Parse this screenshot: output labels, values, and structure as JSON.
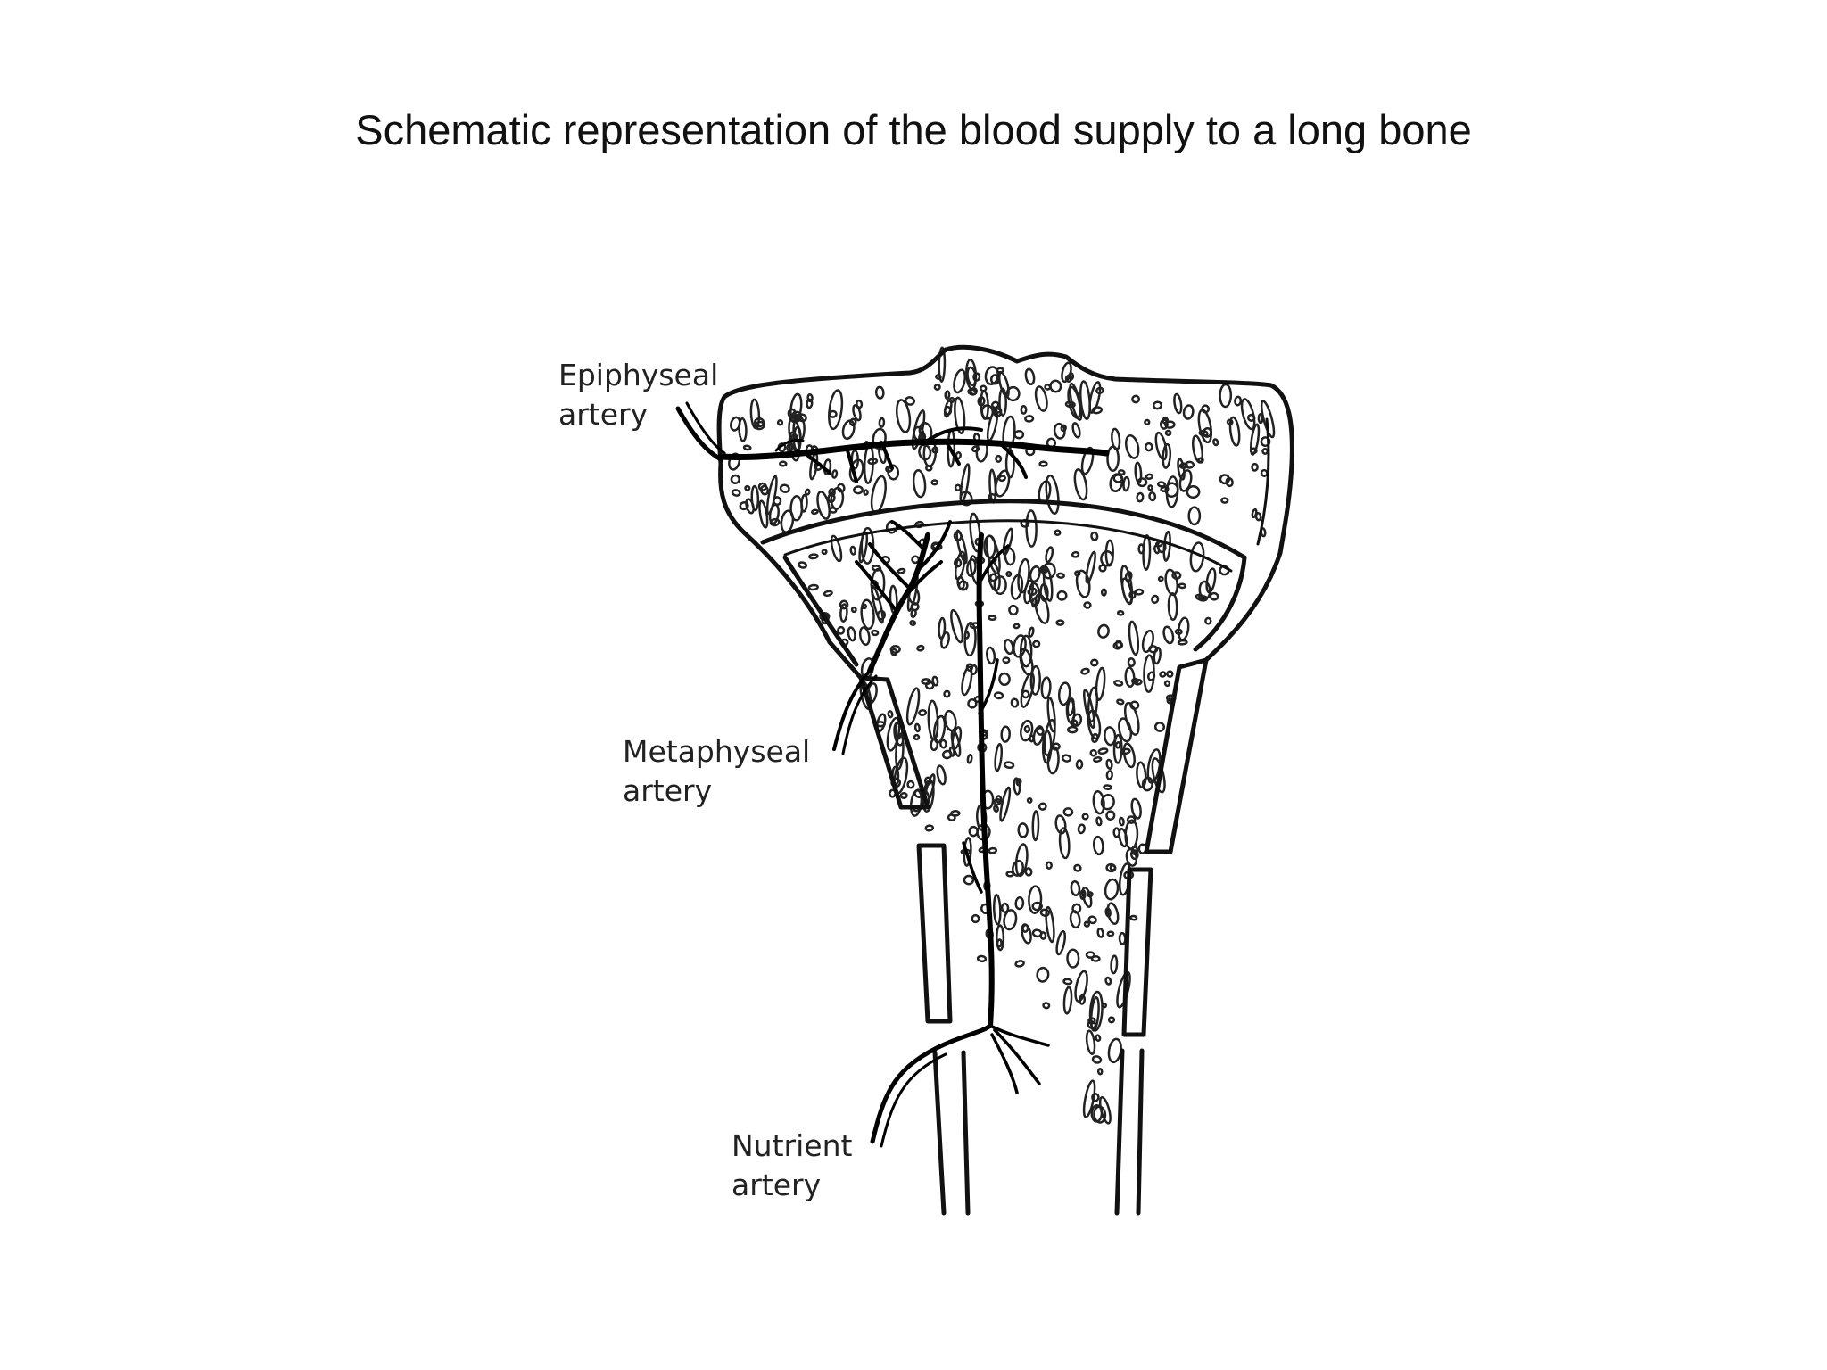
{
  "title": "Schematic representation of the blood supply to a long bone",
  "labels": {
    "epiphyseal": [
      "Epiphyseal",
      "artery"
    ],
    "metaphyseal": [
      "Metaphyseal",
      "artery"
    ],
    "nutrient": [
      "Nutrient",
      "artery"
    ]
  },
  "colors": {
    "ink": "#111111",
    "background": "#ffffff"
  }
}
